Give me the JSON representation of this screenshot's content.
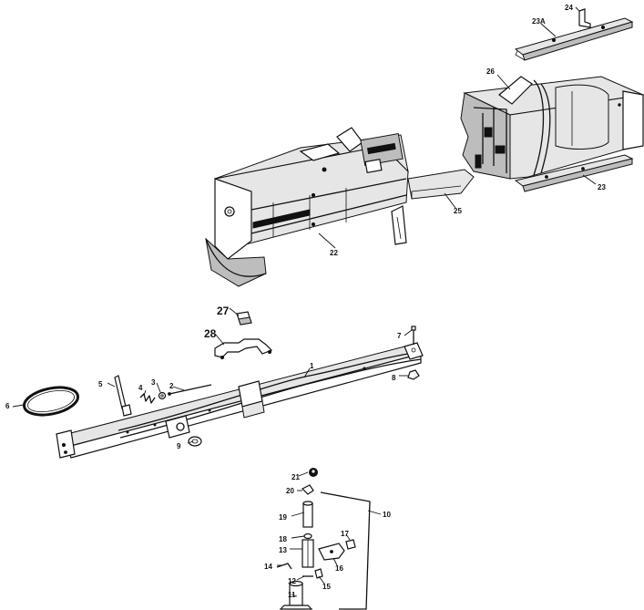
{
  "callouts": {
    "c1": "1",
    "c2": "2",
    "c3": "3",
    "c4": "4",
    "c5": "5",
    "c6": "6",
    "c7": "7",
    "c8": "8",
    "c9": "9",
    "c10": "10",
    "c11": "11",
    "c12": "12",
    "c13": "13",
    "c14": "14",
    "c15": "15",
    "c16": "16",
    "c17": "17",
    "c18": "18",
    "c19": "19",
    "c20": "20",
    "c21": "21",
    "c22": "22",
    "c23": "23",
    "c23a": "23A",
    "c24": "24",
    "c25": "25",
    "c26": "26",
    "c27": "27",
    "c28": "28"
  }
}
